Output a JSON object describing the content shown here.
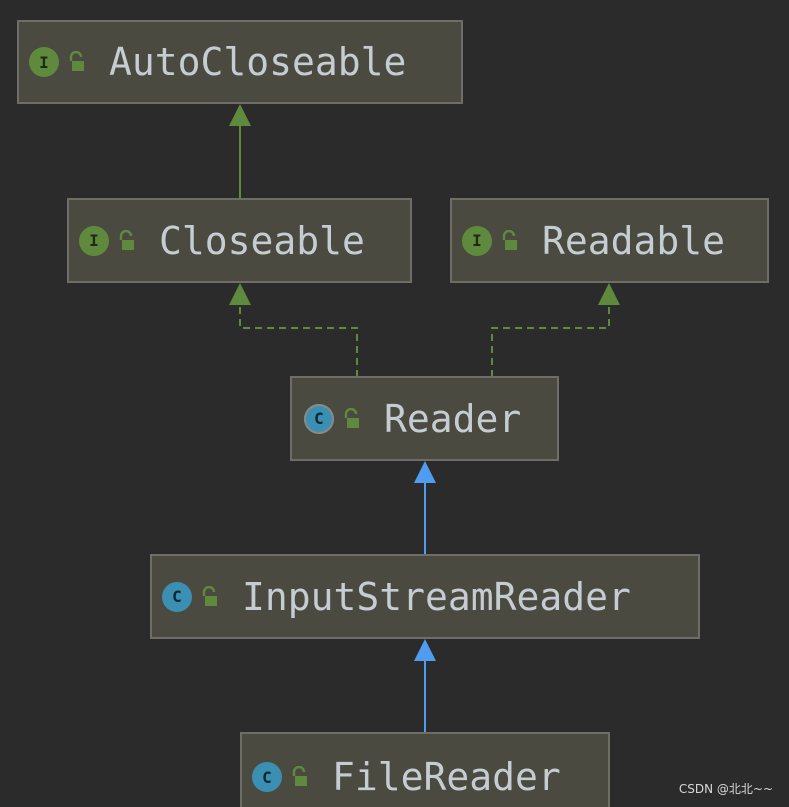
{
  "nodes": {
    "autocloseable": {
      "label": "AutoCloseable",
      "badge": "I",
      "kind": "interface"
    },
    "closeable": {
      "label": "Closeable",
      "badge": "I",
      "kind": "interface"
    },
    "readable": {
      "label": "Readable",
      "badge": "I",
      "kind": "interface"
    },
    "reader": {
      "label": "Reader",
      "badge": "C",
      "kind": "abstract-class"
    },
    "inputstreamreader": {
      "label": "InputStreamReader",
      "badge": "C",
      "kind": "class"
    },
    "filereader": {
      "label": "FileReader",
      "badge": "C",
      "kind": "class"
    }
  },
  "edges": [
    {
      "from": "closeable",
      "to": "autocloseable",
      "style": "solid",
      "color": "#5f8a3e"
    },
    {
      "from": "reader",
      "to": "closeable",
      "style": "dashed",
      "color": "#5f8a3e"
    },
    {
      "from": "reader",
      "to": "readable",
      "style": "dashed",
      "color": "#5f8a3e"
    },
    {
      "from": "inputstreamreader",
      "to": "reader",
      "style": "solid",
      "color": "#4f9cf0"
    },
    {
      "from": "filereader",
      "to": "inputstreamreader",
      "style": "solid",
      "color": "#4f9cf0"
    }
  ],
  "colors": {
    "background": "#2b2b2b",
    "node_fill": "#4a4a40",
    "node_border": "#6e6e66",
    "interface_badge": "#5f8a3e",
    "class_badge": "#3b8fb3",
    "lock": "#5f8a3e",
    "label_text": "#c5ccd2"
  },
  "icons": {
    "visibility": "unlock-icon"
  },
  "watermark": "CSDN @北北~~"
}
